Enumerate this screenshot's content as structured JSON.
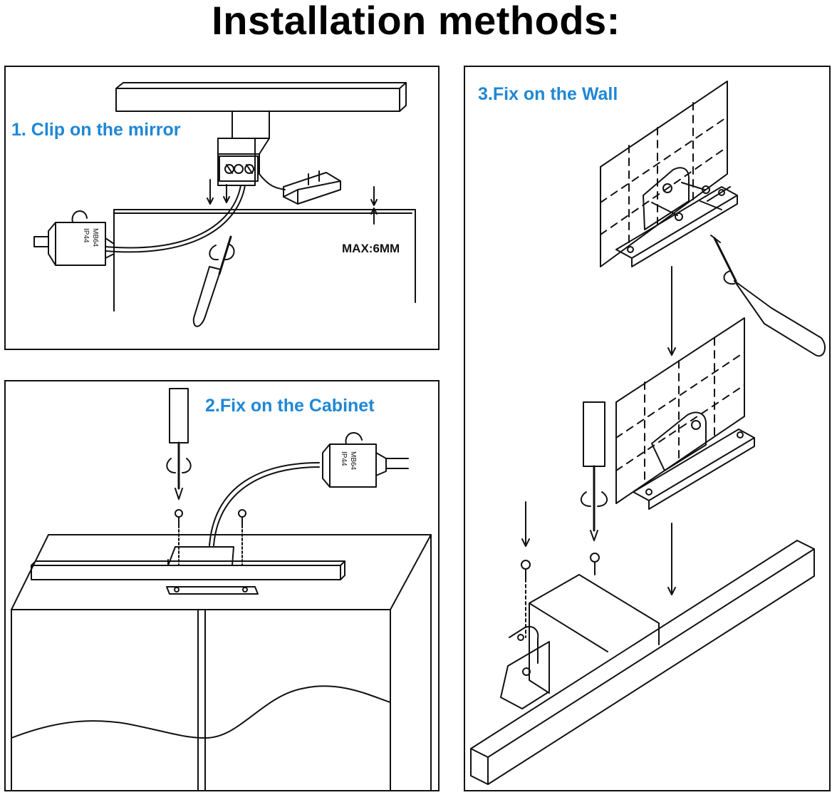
{
  "title": "Installation methods:",
  "panels": [
    {
      "label": "1. Clip on the mirror",
      "dimension": "MAX:6MM"
    },
    {
      "label": "2.Fix on the Cabinet"
    },
    {
      "label": "3.Fix on the Wall"
    }
  ],
  "driver_box_text": [
    "IP44",
    "MB64"
  ],
  "colors": {
    "heading": "#000000",
    "label": "#1f87d5",
    "line": "#111111"
  },
  "icons": [
    "screwdriver-icon",
    "screw-icon",
    "led-bar-icon",
    "driver-box-icon",
    "bracket-icon",
    "arrow-icon"
  ]
}
